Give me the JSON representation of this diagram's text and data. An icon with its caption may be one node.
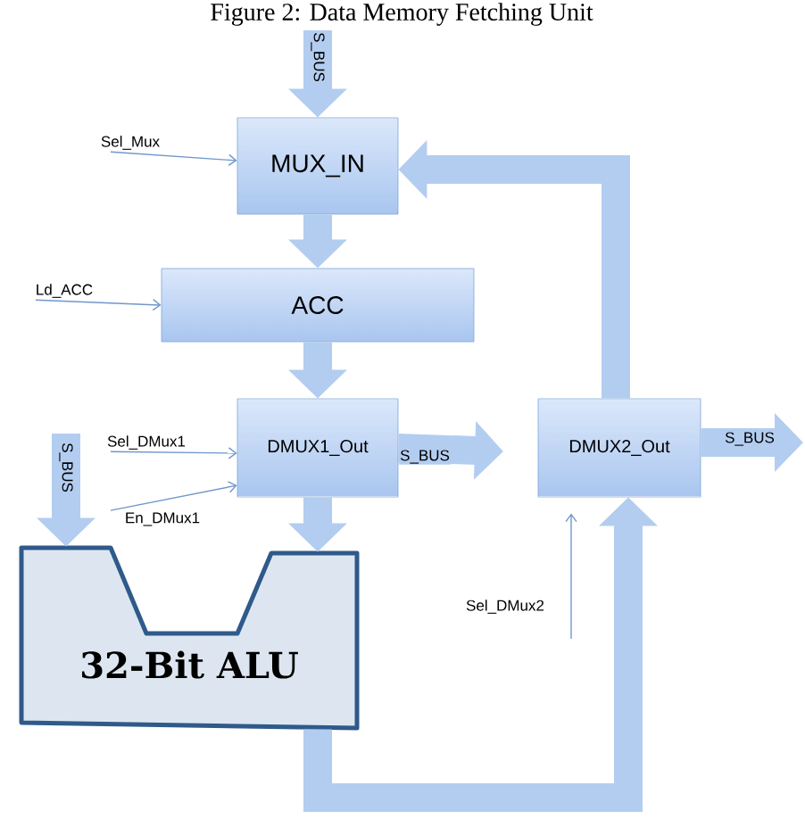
{
  "diagram": {
    "title": "Figure 2: Data Memory Fetching Unit",
    "nodes": [
      {
        "text": [
          "Sel_Mux"
        ]
      },
      {
        "text": [
          "MUX_IN"
        ]
      },
      {
        "text": [
          "Ld_ACC"
        ]
      },
      {
        "text": [
          "ACC"
        ]
      },
      {
        "text": [
          "Sel_DMux1"
        ]
      },
      {
        "text": [
          "DMUX1_Out"
        ]
      },
      {
        "text": [
          "En_DMux1"
        ]
      },
      {
        "text": [
          "DMUX2_Out"
        ]
      },
      {
        "text": [
          "32-Bit ALU"
        ]
      },
      {
        "text": [
          "Sel_DMux2"
        ]
      }
    ],
    "edges": [
      {
        "from": null,
        "to": 1,
        "arrow": "to",
        "label": "S_BUS"
      },
      {
        "from": 0,
        "to": 1,
        "arrow": "to",
        "color": "#6f97cc"
      },
      {
        "from": 1,
        "to": 3,
        "arrow": "to"
      },
      {
        "from": 2,
        "to": 3,
        "arrow": "to",
        "color": "#6f97cc"
      },
      {
        "from": 3,
        "to": 5,
        "arrow": "to"
      },
      {
        "from": 4,
        "to": 5,
        "arrow": "to",
        "color": "#6f97cc"
      },
      {
        "from": 6,
        "to": 5,
        "arrow": "to",
        "color": "#6f97cc"
      },
      {
        "from": 5,
        "to": null,
        "arrow": "to",
        "label": "S_BUS"
      },
      {
        "from": 7,
        "to": 1,
        "arrow": "to"
      },
      {
        "from": 7,
        "to": null,
        "arrow": "to",
        "label": "S_BUS"
      },
      {
        "from": null,
        "to": 8,
        "arrow": "to",
        "label": "S_BUS"
      },
      {
        "from": 5,
        "to": 8,
        "arrow": "to"
      },
      {
        "from": 8,
        "to": 7,
        "arrow": "to"
      },
      {
        "from": 9,
        "to": 7,
        "arrow": "to",
        "color": "#6f97cc"
      }
    ]
  }
}
